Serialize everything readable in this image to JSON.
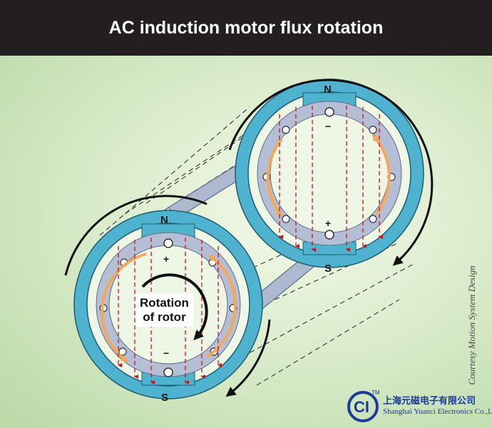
{
  "header": {
    "title": "AC induction motor flux rotation"
  },
  "stator_top": {
    "north": "N",
    "south": "S",
    "minus": "−",
    "plus": "+"
  },
  "stator_bottom": {
    "north": "N",
    "south": "S",
    "plus": "+",
    "minus": "−"
  },
  "rotation_label": {
    "line1": "Rotation",
    "line2": "of rotor"
  },
  "credit": "Courtesy Motion System Design",
  "company": {
    "name_cn": "上海元磁电子有限公司",
    "name_en": "Shanghai Yuanci Electronics Co.,Ltd.",
    "logo_text": "CI",
    "tm": "TM"
  },
  "colors": {
    "stator": "#4fb3cf",
    "rotor": "#b4bfd6",
    "flux": "#c8151b",
    "current": "#f6b56b",
    "title_bg": "#231f20",
    "brand": "#1a3b9c"
  }
}
